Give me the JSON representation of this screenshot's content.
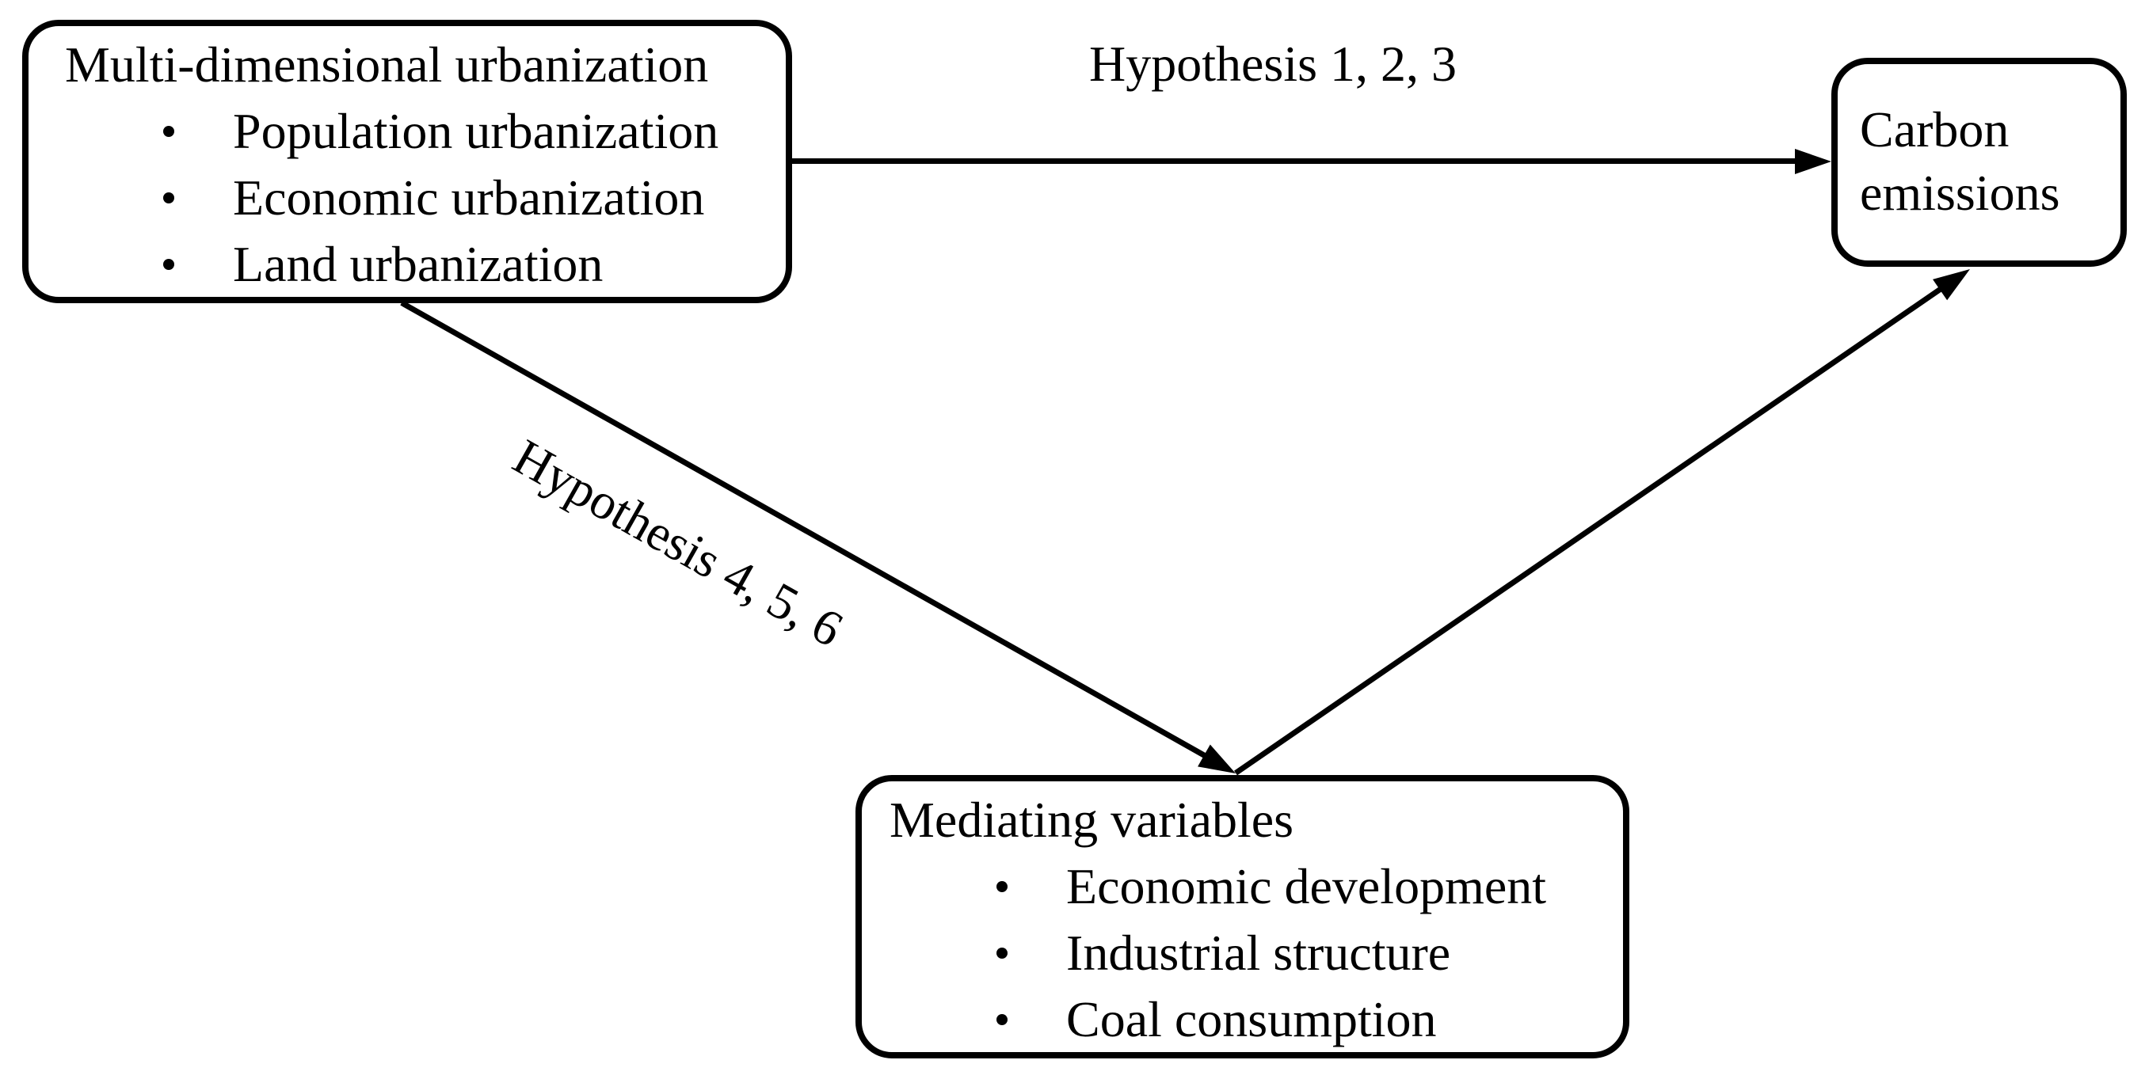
{
  "diagram": {
    "boxes": {
      "urbanization": {
        "title": "Multi-dimensional urbanization",
        "bullets": [
          "Population urbanization",
          "Economic urbanization",
          "Land urbanization"
        ]
      },
      "mediating": {
        "title": "Mediating variables",
        "bullets": [
          "Economic development",
          "Industrial structure",
          "Coal consumption"
        ]
      },
      "carbon": {
        "lines": [
          "Carbon",
          "emissions"
        ]
      }
    },
    "edge_labels": {
      "direct_path": "Hypothesis 1, 2, 3",
      "mediated_path": "Hypothesis 4, 5, 6"
    },
    "colors": {
      "stroke": "#000000",
      "text": "#000000",
      "background": "#ffffff"
    }
  }
}
